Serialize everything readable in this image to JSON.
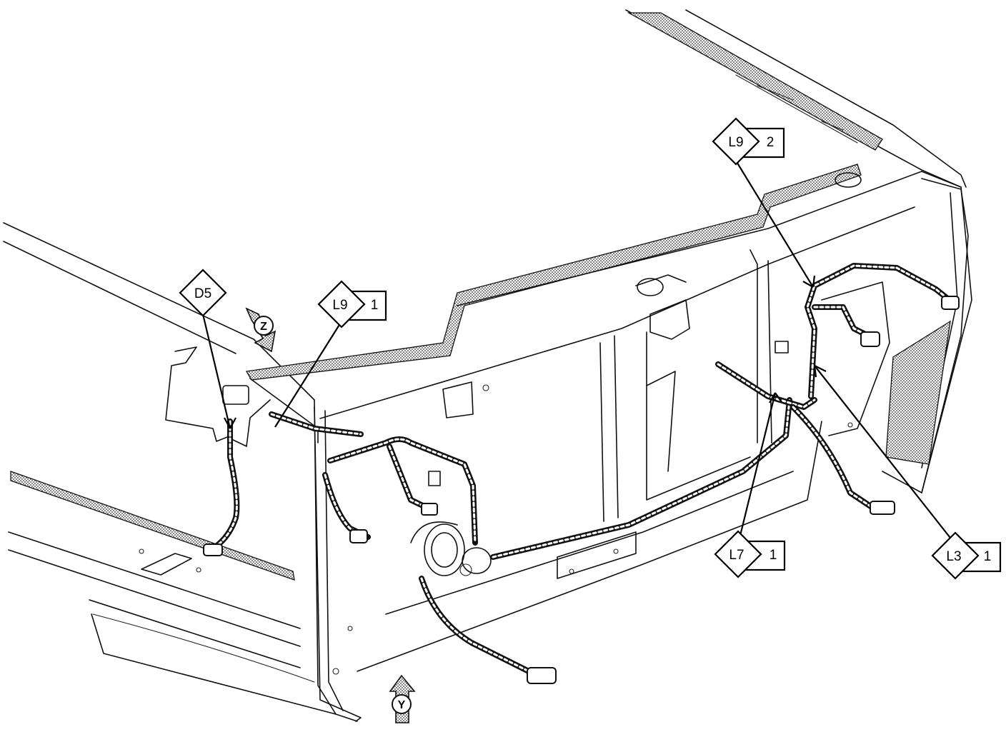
{
  "callouts": {
    "d5": {
      "code": "D5"
    },
    "l9_1": {
      "code": "L9",
      "sheet": "1"
    },
    "l9_2": {
      "code": "L9",
      "sheet": "2"
    },
    "l7_1": {
      "code": "L7",
      "sheet": "1"
    },
    "l3_1": {
      "code": "L3",
      "sheet": "1"
    }
  },
  "views": {
    "z": {
      "letter": "Z"
    },
    "y": {
      "letter": "Y"
    }
  },
  "colors": {
    "line": "#111111",
    "background": "#ffffff",
    "shading": "#9a9a9a"
  }
}
